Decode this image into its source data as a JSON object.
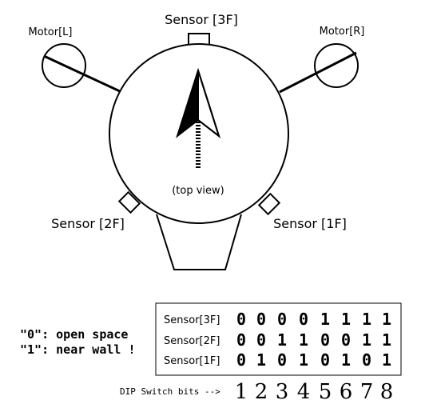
{
  "labels": {
    "sensor_3f": "Sensor [3F]",
    "sensor_2f": "Sensor [2F]",
    "sensor_1f": "Sensor [1F]",
    "motor_l": "Motor[L]",
    "motor_r": "Motor[R]",
    "top_view": "(top view)"
  },
  "legend": {
    "zero": "\"0\": open space",
    "one": "\"1\": near wall !"
  },
  "table": {
    "rows": [
      {
        "label": "Sensor[3F]",
        "bits": [
          "0",
          "0",
          "0",
          "0",
          "1",
          "1",
          "1",
          "1"
        ]
      },
      {
        "label": "Sensor[2F]",
        "bits": [
          "0",
          "0",
          "1",
          "1",
          "0",
          "0",
          "1",
          "1"
        ]
      },
      {
        "label": "Sensor[1F]",
        "bits": [
          "0",
          "1",
          "0",
          "1",
          "0",
          "1",
          "0",
          "1"
        ]
      }
    ],
    "dip_label": "DIP Switch bits -->",
    "dip_numbers": [
      "1",
      "2",
      "3",
      "4",
      "5",
      "6",
      "7",
      "8"
    ]
  }
}
